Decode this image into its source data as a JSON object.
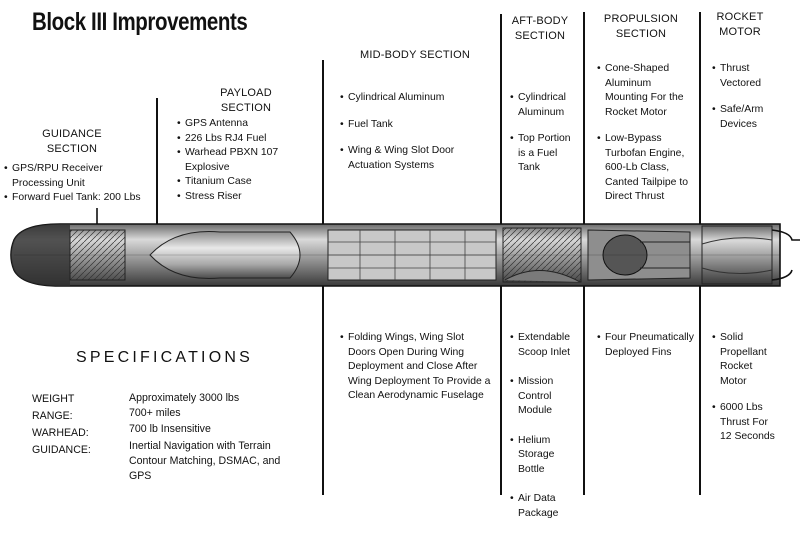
{
  "title": "Block III Improvements",
  "sections": {
    "guidance": {
      "heading": [
        "GUIDANCE SECTION"
      ],
      "items": [
        "GPS/RPU Receiver Processing Unit",
        "Forward Fuel Tank: 200 Lbs"
      ]
    },
    "payload": {
      "heading": [
        "PAYLOAD SECTION"
      ],
      "items": [
        "GPS Antenna",
        "226 Lbs RJ4 Fuel",
        "Warhead PBXN 107 Explosive",
        "Titanium Case",
        "Stress Riser"
      ]
    },
    "mid_body": {
      "heading": [
        "MID-BODY SECTION"
      ],
      "items": [
        "Cylindrical Aluminum",
        "Fuel Tank",
        "Wing & Wing Slot Door Actuation Systems"
      ],
      "lower_items": [
        "Folding Wings, Wing Slot Doors Open During Wing Deployment and Close After Wing Deployment To Provide a Clean Aerodynamic Fuselage"
      ]
    },
    "aft_body": {
      "heading": [
        "AFT-BODY",
        "SECTION"
      ],
      "items": [
        "Cylindrical Aluminum",
        "Top Portion is a Fuel Tank"
      ],
      "lower_items": [
        "Extendable Scoop Inlet",
        "Mission Control Module",
        "Helium Storage Bottle",
        "Air Data Package"
      ]
    },
    "propulsion": {
      "heading": [
        "PROPULSION",
        "SECTION"
      ],
      "items": [
        "Cone-Shaped Aluminum Mounting For the Rocket Motor",
        "Low-Bypass Turbofan Engine, 600-Lb Class, Canted Tailpipe to Direct Thrust"
      ],
      "lower_items": [
        "Four Pneumatically Deployed Fins"
      ]
    },
    "rocket_motor": {
      "heading": [
        "ROCKET",
        "MOTOR"
      ],
      "items": [
        "Thrust Vectored",
        "Safe/Arm Devices"
      ],
      "lower_items": [
        "Solid Propellant Rocket Motor",
        "6000 Lbs Thrust For 12 Seconds"
      ]
    }
  },
  "specifications": {
    "title": "SPECIFICATIONS",
    "rows": [
      {
        "label": "WEIGHT",
        "value": [
          "Approximately 3000 lbs"
        ]
      },
      {
        "label": "RANGE:",
        "value": [
          "700+ miles"
        ]
      },
      {
        "label": "WARHEAD:",
        "value": [
          "700 lb Insensitive"
        ]
      },
      {
        "label": "GUIDANCE:",
        "value": [
          "Inertial Navigation with Terrain",
          "Contour Matching, DSMAC, and",
          "GPS"
        ]
      }
    ]
  },
  "colors": {
    "ink": "#111111",
    "paper": "#ffffff",
    "metal_light": "#cfcfcf",
    "metal_mid": "#9a9a9a",
    "metal_dark": "#555555"
  }
}
